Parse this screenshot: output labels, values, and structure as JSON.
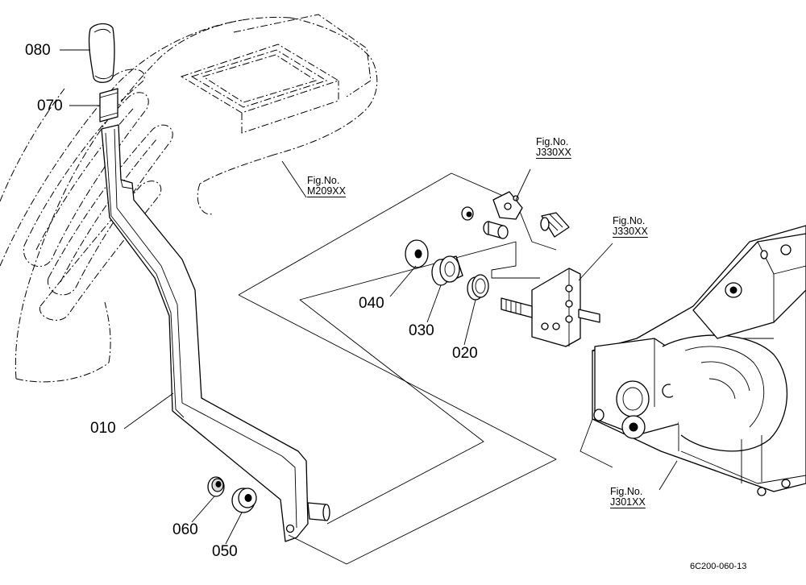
{
  "parts": [
    {
      "id": "part-080",
      "label": "080"
    },
    {
      "id": "part-070",
      "label": "070"
    },
    {
      "id": "part-010",
      "label": "010"
    },
    {
      "id": "part-040",
      "label": "040"
    },
    {
      "id": "part-030",
      "label": "030"
    },
    {
      "id": "part-020",
      "label": "020"
    },
    {
      "id": "part-060",
      "label": "060"
    },
    {
      "id": "part-050",
      "label": "050"
    }
  ],
  "figure_refs": [
    {
      "id": "m209",
      "caption": "Fig.No.",
      "number": "M209XX"
    },
    {
      "id": "j330a",
      "caption": "Fig.No.",
      "number": "J330XX"
    },
    {
      "id": "j330b",
      "caption": "Fig.No.",
      "number": "J330XX"
    },
    {
      "id": "j301",
      "caption": "Fig.No.",
      "number": "J301XX"
    }
  ],
  "drawing_code": "6C200-060-13"
}
